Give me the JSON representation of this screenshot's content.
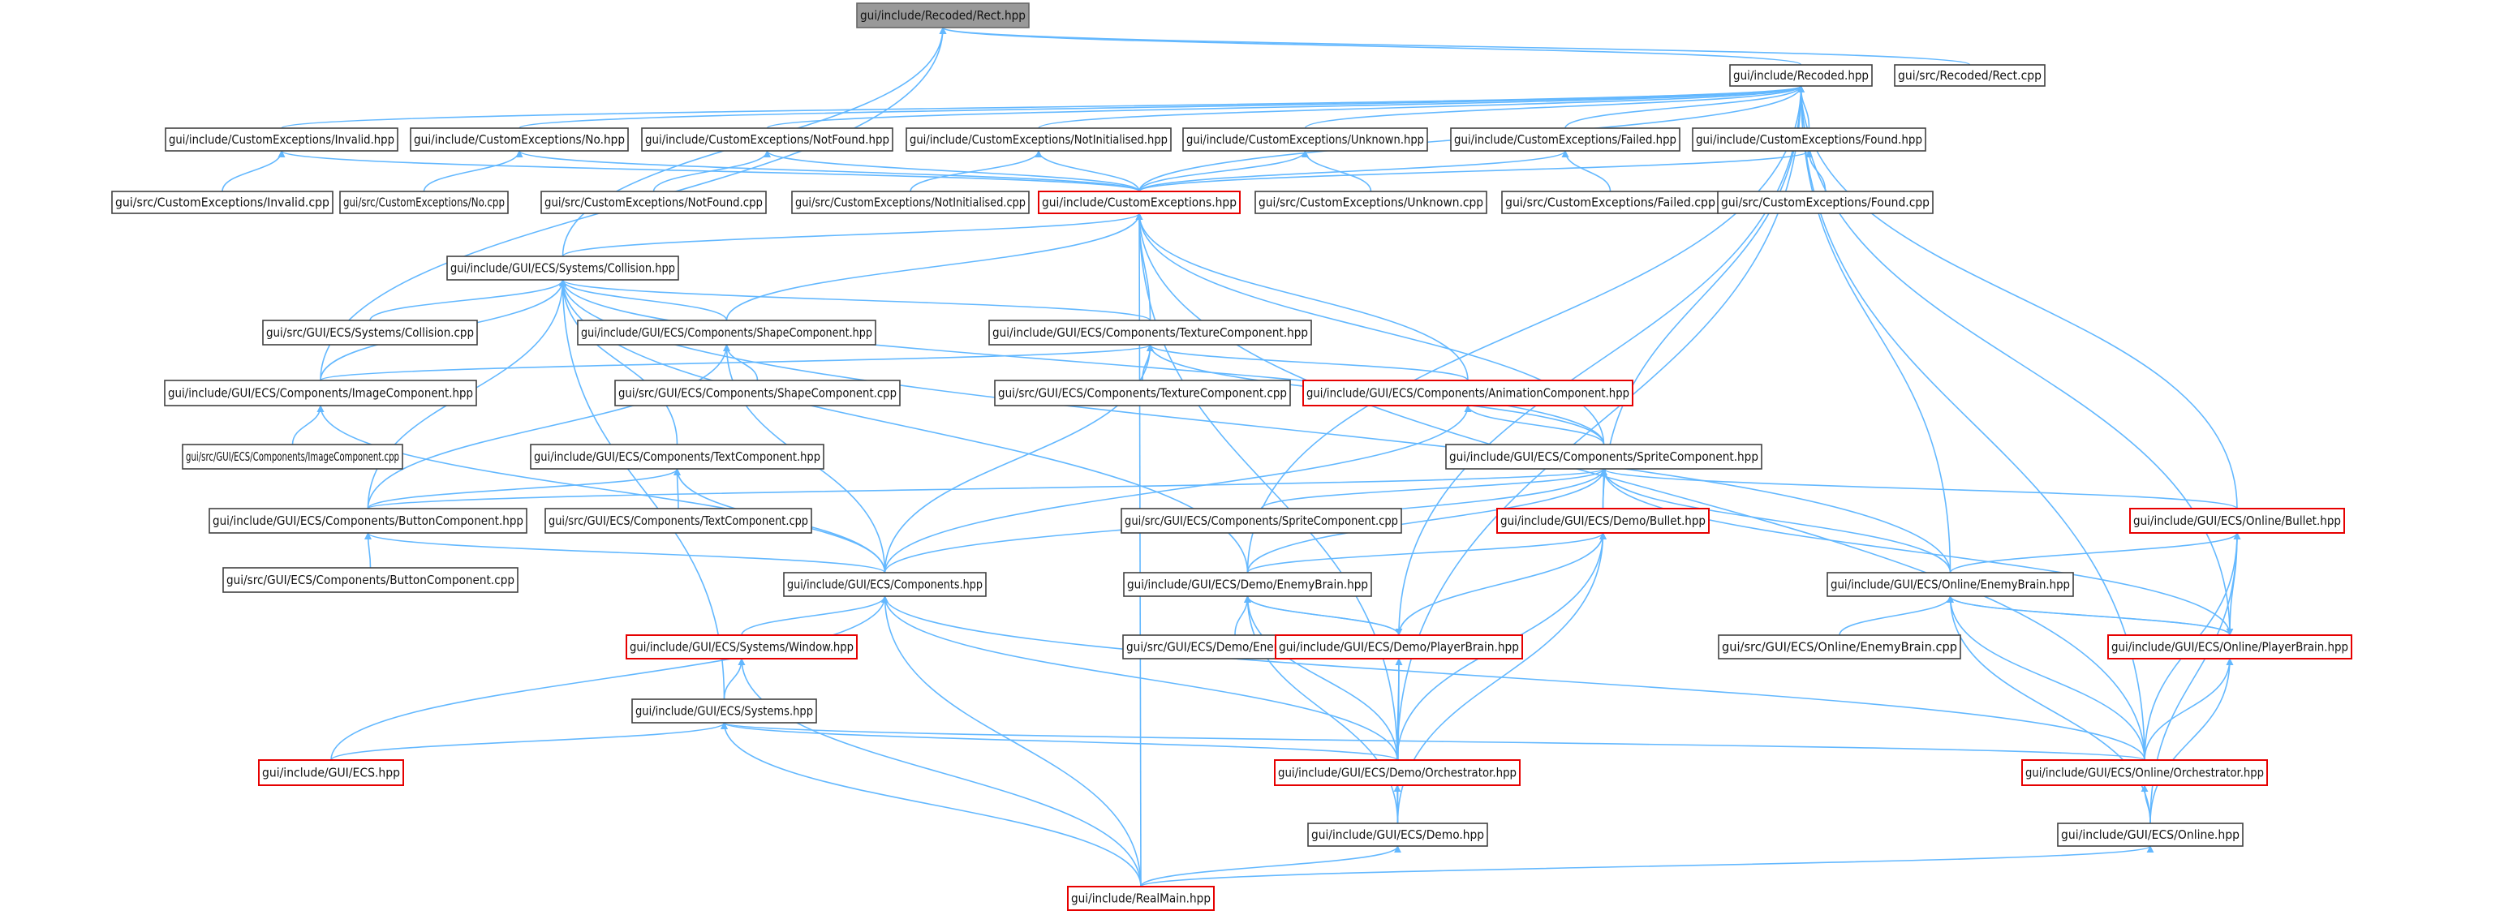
{
  "nodes": [
    {
      "id": "rect_hpp",
      "label": "gui/include/Recoded/Rect.hpp",
      "style": "root"
    },
    {
      "id": "recoded_hpp",
      "label": "gui/include/Recoded.hpp",
      "style": "normal"
    },
    {
      "id": "rect_cpp",
      "label": "gui/src/Recoded/Rect.cpp",
      "style": "normal"
    },
    {
      "id": "invalid_hpp",
      "label": "gui/include/CustomExceptions/Invalid.hpp",
      "style": "normal"
    },
    {
      "id": "no_hpp",
      "label": "gui/include/CustomExceptions/No.hpp",
      "style": "normal"
    },
    {
      "id": "notfound_hpp",
      "label": "gui/include/CustomExceptions/NotFound.hpp",
      "style": "normal"
    },
    {
      "id": "notinit_hpp",
      "label": "gui/include/CustomExceptions/NotInitialised.hpp",
      "style": "normal"
    },
    {
      "id": "unknown_hpp",
      "label": "gui/include/CustomExceptions/Unknown.hpp",
      "style": "normal"
    },
    {
      "id": "failed_hpp",
      "label": "gui/include/CustomExceptions/Failed.hpp",
      "style": "normal"
    },
    {
      "id": "found_hpp",
      "label": "gui/include/CustomExceptions/Found.hpp",
      "style": "normal"
    },
    {
      "id": "invalid_cpp",
      "label": "gui/src/CustomExceptions/Invalid.cpp",
      "style": "normal"
    },
    {
      "id": "no_cpp",
      "label": "gui/src/CustomExceptions/No.cpp",
      "style": "normal"
    },
    {
      "id": "notfound_cpp",
      "label": "gui/src/CustomExceptions/NotFound.cpp",
      "style": "normal"
    },
    {
      "id": "notinit_cpp",
      "label": "gui/src/CustomExceptions/NotInitialised.cpp",
      "style": "normal"
    },
    {
      "id": "customexc_hpp",
      "label": "gui/include/CustomExceptions.hpp",
      "style": "red"
    },
    {
      "id": "unknown_cpp",
      "label": "gui/src/CustomExceptions/Unknown.cpp",
      "style": "normal"
    },
    {
      "id": "failed_cpp",
      "label": "gui/src/CustomExceptions/Failed.cpp",
      "style": "normal"
    },
    {
      "id": "found_cpp",
      "label": "gui/src/CustomExceptions/Found.cpp",
      "style": "normal"
    },
    {
      "id": "collision_hpp",
      "label": "gui/include/GUI/ECS/Systems/Collision.hpp",
      "style": "normal"
    },
    {
      "id": "collision_cpp",
      "label": "gui/src/GUI/ECS/Systems/Collision.cpp",
      "style": "normal"
    },
    {
      "id": "shape_hpp",
      "label": "gui/include/GUI/ECS/Components/ShapeComponent.hpp",
      "style": "normal"
    },
    {
      "id": "texture_hpp",
      "label": "gui/include/GUI/ECS/Components/TextureComponent.hpp",
      "style": "normal"
    },
    {
      "id": "image_hpp",
      "label": "gui/include/GUI/ECS/Components/ImageComponent.hpp",
      "style": "normal"
    },
    {
      "id": "shape_cpp",
      "label": "gui/src/GUI/ECS/Components/ShapeComponent.cpp",
      "style": "normal"
    },
    {
      "id": "texture_cpp",
      "label": "gui/src/GUI/ECS/Components/TextureComponent.cpp",
      "style": "normal"
    },
    {
      "id": "anim_hpp",
      "label": "gui/include/GUI/ECS/Components/AnimationComponent.hpp",
      "style": "red"
    },
    {
      "id": "image_cpp",
      "label": "gui/src/GUI/ECS/Components/ImageComponent.cpp",
      "style": "normal"
    },
    {
      "id": "text_hpp",
      "label": "gui/include/GUI/ECS/Components/TextComponent.hpp",
      "style": "normal"
    },
    {
      "id": "sprite_hpp",
      "label": "gui/include/GUI/ECS/Components/SpriteComponent.hpp",
      "style": "normal"
    },
    {
      "id": "button_hpp",
      "label": "gui/include/GUI/ECS/Components/ButtonComponent.hpp",
      "style": "normal"
    },
    {
      "id": "text_cpp",
      "label": "gui/src/GUI/ECS/Components/TextComponent.cpp",
      "style": "normal"
    },
    {
      "id": "sprite_cpp",
      "label": "gui/src/GUI/ECS/Components/SpriteComponent.cpp",
      "style": "normal"
    },
    {
      "id": "demobullet_hpp",
      "label": "gui/include/GUI/ECS/Demo/Bullet.hpp",
      "style": "red"
    },
    {
      "id": "onlinebullet_hpp",
      "label": "gui/include/GUI/ECS/Online/Bullet.hpp",
      "style": "red"
    },
    {
      "id": "button_cpp",
      "label": "gui/src/GUI/ECS/Components/ButtonComponent.cpp",
      "style": "normal"
    },
    {
      "id": "components_hpp",
      "label": "gui/include/GUI/ECS/Components.hpp",
      "style": "normal"
    },
    {
      "id": "demoenemy_hpp",
      "label": "gui/include/GUI/ECS/Demo/EnemyBrain.hpp",
      "style": "normal"
    },
    {
      "id": "onlineenemy_hpp",
      "label": "gui/include/GUI/ECS/Online/EnemyBrain.hpp",
      "style": "normal"
    },
    {
      "id": "window_hpp",
      "label": "gui/include/GUI/ECS/Systems/Window.hpp",
      "style": "red"
    },
    {
      "id": "demoenemy_cpp",
      "label": "gui/src/GUI/ECS/Demo/EnemyBrain.cpp",
      "style": "normal"
    },
    {
      "id": "demoplayer_hpp",
      "label": "gui/include/GUI/ECS/Demo/PlayerBrain.hpp",
      "style": "red"
    },
    {
      "id": "onlineenemy_cpp",
      "label": "gui/src/GUI/ECS/Online/EnemyBrain.cpp",
      "style": "normal"
    },
    {
      "id": "onlineplayer_hpp",
      "label": "gui/include/GUI/ECS/Online/PlayerBrain.hpp",
      "style": "red"
    },
    {
      "id": "systems_hpp",
      "label": "gui/include/GUI/ECS/Systems.hpp",
      "style": "normal"
    },
    {
      "id": "ecs_hpp",
      "label": "gui/include/GUI/ECS.hpp",
      "style": "red"
    },
    {
      "id": "demoorch_hpp",
      "label": "gui/include/GUI/ECS/Demo/Orchestrator.hpp",
      "style": "red"
    },
    {
      "id": "onlineorch_hpp",
      "label": "gui/include/GUI/ECS/Online/Orchestrator.hpp",
      "style": "red"
    },
    {
      "id": "demo_hpp",
      "label": "gui/include/GUI/ECS/Demo.hpp",
      "style": "normal"
    },
    {
      "id": "online_hpp",
      "label": "gui/include/GUI/ECS/Online.hpp",
      "style": "normal"
    },
    {
      "id": "realmain_hpp",
      "label": "gui/include/RealMain.hpp",
      "style": "red"
    }
  ],
  "edges": [
    [
      "recoded_hpp",
      "rect_hpp"
    ],
    [
      "rect_cpp",
      "rect_hpp"
    ],
    [
      "collision_hpp",
      "rect_hpp"
    ],
    [
      "image_hpp",
      "rect_hpp"
    ],
    [
      "invalid_hpp",
      "recoded_hpp"
    ],
    [
      "no_hpp",
      "recoded_hpp"
    ],
    [
      "notfound_hpp",
      "recoded_hpp"
    ],
    [
      "notinit_hpp",
      "recoded_hpp"
    ],
    [
      "unknown_hpp",
      "recoded_hpp"
    ],
    [
      "failed_hpp",
      "recoded_hpp"
    ],
    [
      "found_hpp",
      "recoded_hpp"
    ],
    [
      "customexc_hpp",
      "recoded_hpp"
    ],
    [
      "demobullet_hpp",
      "recoded_hpp"
    ],
    [
      "onlinebullet_hpp",
      "recoded_hpp"
    ],
    [
      "demoenemy_hpp",
      "recoded_hpp"
    ],
    [
      "onlineenemy_hpp",
      "recoded_hpp"
    ],
    [
      "demoplayer_hpp",
      "recoded_hpp"
    ],
    [
      "onlineplayer_hpp",
      "recoded_hpp"
    ],
    [
      "demoorch_hpp",
      "recoded_hpp"
    ],
    [
      "onlineorch_hpp",
      "recoded_hpp"
    ],
    [
      "invalid_cpp",
      "invalid_hpp"
    ],
    [
      "no_cpp",
      "no_hpp"
    ],
    [
      "notfound_cpp",
      "notfound_hpp"
    ],
    [
      "notinit_cpp",
      "notinit_hpp"
    ],
    [
      "unknown_cpp",
      "unknown_hpp"
    ],
    [
      "failed_cpp",
      "failed_hpp"
    ],
    [
      "found_cpp",
      "found_hpp"
    ],
    [
      "customexc_hpp",
      "invalid_hpp"
    ],
    [
      "customexc_hpp",
      "no_hpp"
    ],
    [
      "customexc_hpp",
      "notfound_hpp"
    ],
    [
      "customexc_hpp",
      "notinit_hpp"
    ],
    [
      "customexc_hpp",
      "unknown_hpp"
    ],
    [
      "customexc_hpp",
      "failed_hpp"
    ],
    [
      "customexc_hpp",
      "found_hpp"
    ],
    [
      "collision_hpp",
      "customexc_hpp"
    ],
    [
      "shape_hpp",
      "customexc_hpp"
    ],
    [
      "texture_hpp",
      "customexc_hpp"
    ],
    [
      "anim_hpp",
      "customexc_hpp"
    ],
    [
      "sprite_hpp",
      "customexc_hpp"
    ],
    [
      "demoorch_hpp",
      "customexc_hpp"
    ],
    [
      "onlineorch_hpp",
      "customexc_hpp"
    ],
    [
      "realmain_hpp",
      "customexc_hpp"
    ],
    [
      "collision_cpp",
      "collision_hpp"
    ],
    [
      "shape_hpp",
      "collision_hpp"
    ],
    [
      "texture_hpp",
      "collision_hpp"
    ],
    [
      "image_hpp",
      "collision_hpp"
    ],
    [
      "text_hpp",
      "collision_hpp"
    ],
    [
      "sprite_hpp",
      "collision_hpp"
    ],
    [
      "button_hpp",
      "collision_hpp"
    ],
    [
      "demoenemy_hpp",
      "collision_hpp"
    ],
    [
      "onlineenemy_hpp",
      "collision_hpp"
    ],
    [
      "systems_hpp",
      "collision_hpp"
    ],
    [
      "shape_cpp",
      "shape_hpp"
    ],
    [
      "button_hpp",
      "shape_hpp"
    ],
    [
      "components_hpp",
      "shape_hpp"
    ],
    [
      "texture_cpp",
      "texture_hpp"
    ],
    [
      "anim_hpp",
      "texture_hpp"
    ],
    [
      "image_hpp",
      "texture_hpp"
    ],
    [
      "sprite_hpp",
      "texture_hpp"
    ],
    [
      "components_hpp",
      "texture_hpp"
    ],
    [
      "sprite_hpp",
      "anim_hpp"
    ],
    [
      "components_hpp",
      "anim_hpp"
    ],
    [
      "image_cpp",
      "image_hpp"
    ],
    [
      "components_hpp",
      "image_hpp"
    ],
    [
      "text_cpp",
      "text_hpp"
    ],
    [
      "button_hpp",
      "text_hpp"
    ],
    [
      "components_hpp",
      "text_hpp"
    ],
    [
      "sprite_cpp",
      "sprite_hpp"
    ],
    [
      "demobullet_hpp",
      "sprite_hpp"
    ],
    [
      "onlinebullet_hpp",
      "sprite_hpp"
    ],
    [
      "button_hpp",
      "sprite_hpp"
    ],
    [
      "components_hpp",
      "sprite_hpp"
    ],
    [
      "demoenemy_hpp",
      "sprite_hpp"
    ],
    [
      "onlineenemy_hpp",
      "sprite_hpp"
    ],
    [
      "onlineplayer_hpp",
      "sprite_hpp"
    ],
    [
      "button_cpp",
      "button_hpp"
    ],
    [
      "components_hpp",
      "button_hpp"
    ],
    [
      "demoenemy_hpp",
      "demobullet_hpp"
    ],
    [
      "demoplayer_hpp",
      "demobullet_hpp"
    ],
    [
      "demoorch_hpp",
      "demobullet_hpp"
    ],
    [
      "demo_hpp",
      "demobullet_hpp"
    ],
    [
      "onlineenemy_hpp",
      "onlinebullet_hpp"
    ],
    [
      "onlineplayer_hpp",
      "onlinebullet_hpp"
    ],
    [
      "onlineorch_hpp",
      "onlinebullet_hpp"
    ],
    [
      "online_hpp",
      "onlinebullet_hpp"
    ],
    [
      "window_hpp",
      "components_hpp"
    ],
    [
      "ecs_hpp",
      "components_hpp"
    ],
    [
      "demoorch_hpp",
      "components_hpp"
    ],
    [
      "onlineorch_hpp",
      "components_hpp"
    ],
    [
      "realmain_hpp",
      "components_hpp"
    ],
    [
      "demoenemy_cpp",
      "demoenemy_hpp"
    ],
    [
      "demoplayer_hpp",
      "demoenemy_hpp"
    ],
    [
      "demoorch_hpp",
      "demoenemy_hpp"
    ],
    [
      "demo_hpp",
      "demoenemy_hpp"
    ],
    [
      "onlineenemy_cpp",
      "onlineenemy_hpp"
    ],
    [
      "onlineplayer_hpp",
      "onlineenemy_hpp"
    ],
    [
      "onlineorch_hpp",
      "onlineenemy_hpp"
    ],
    [
      "online_hpp",
      "onlineenemy_hpp"
    ],
    [
      "demoenemy_hpp",
      "demoplayer_hpp"
    ],
    [
      "demoorch_hpp",
      "demoplayer_hpp"
    ],
    [
      "demo_hpp",
      "demoplayer_hpp"
    ],
    [
      "onlineenemy_hpp",
      "onlineplayer_hpp"
    ],
    [
      "onlineorch_hpp",
      "onlineplayer_hpp"
    ],
    [
      "online_hpp",
      "onlineplayer_hpp"
    ],
    [
      "systems_hpp",
      "window_hpp"
    ],
    [
      "realmain_hpp",
      "window_hpp"
    ],
    [
      "ecs_hpp",
      "systems_hpp"
    ],
    [
      "demoorch_hpp",
      "systems_hpp"
    ],
    [
      "onlineorch_hpp",
      "systems_hpp"
    ],
    [
      "realmain_hpp",
      "systems_hpp"
    ],
    [
      "demo_hpp",
      "demoorch_hpp"
    ],
    [
      "online_hpp",
      "onlineorch_hpp"
    ],
    [
      "realmain_hpp",
      "demo_hpp"
    ],
    [
      "realmain_hpp",
      "online_hpp"
    ]
  ]
}
